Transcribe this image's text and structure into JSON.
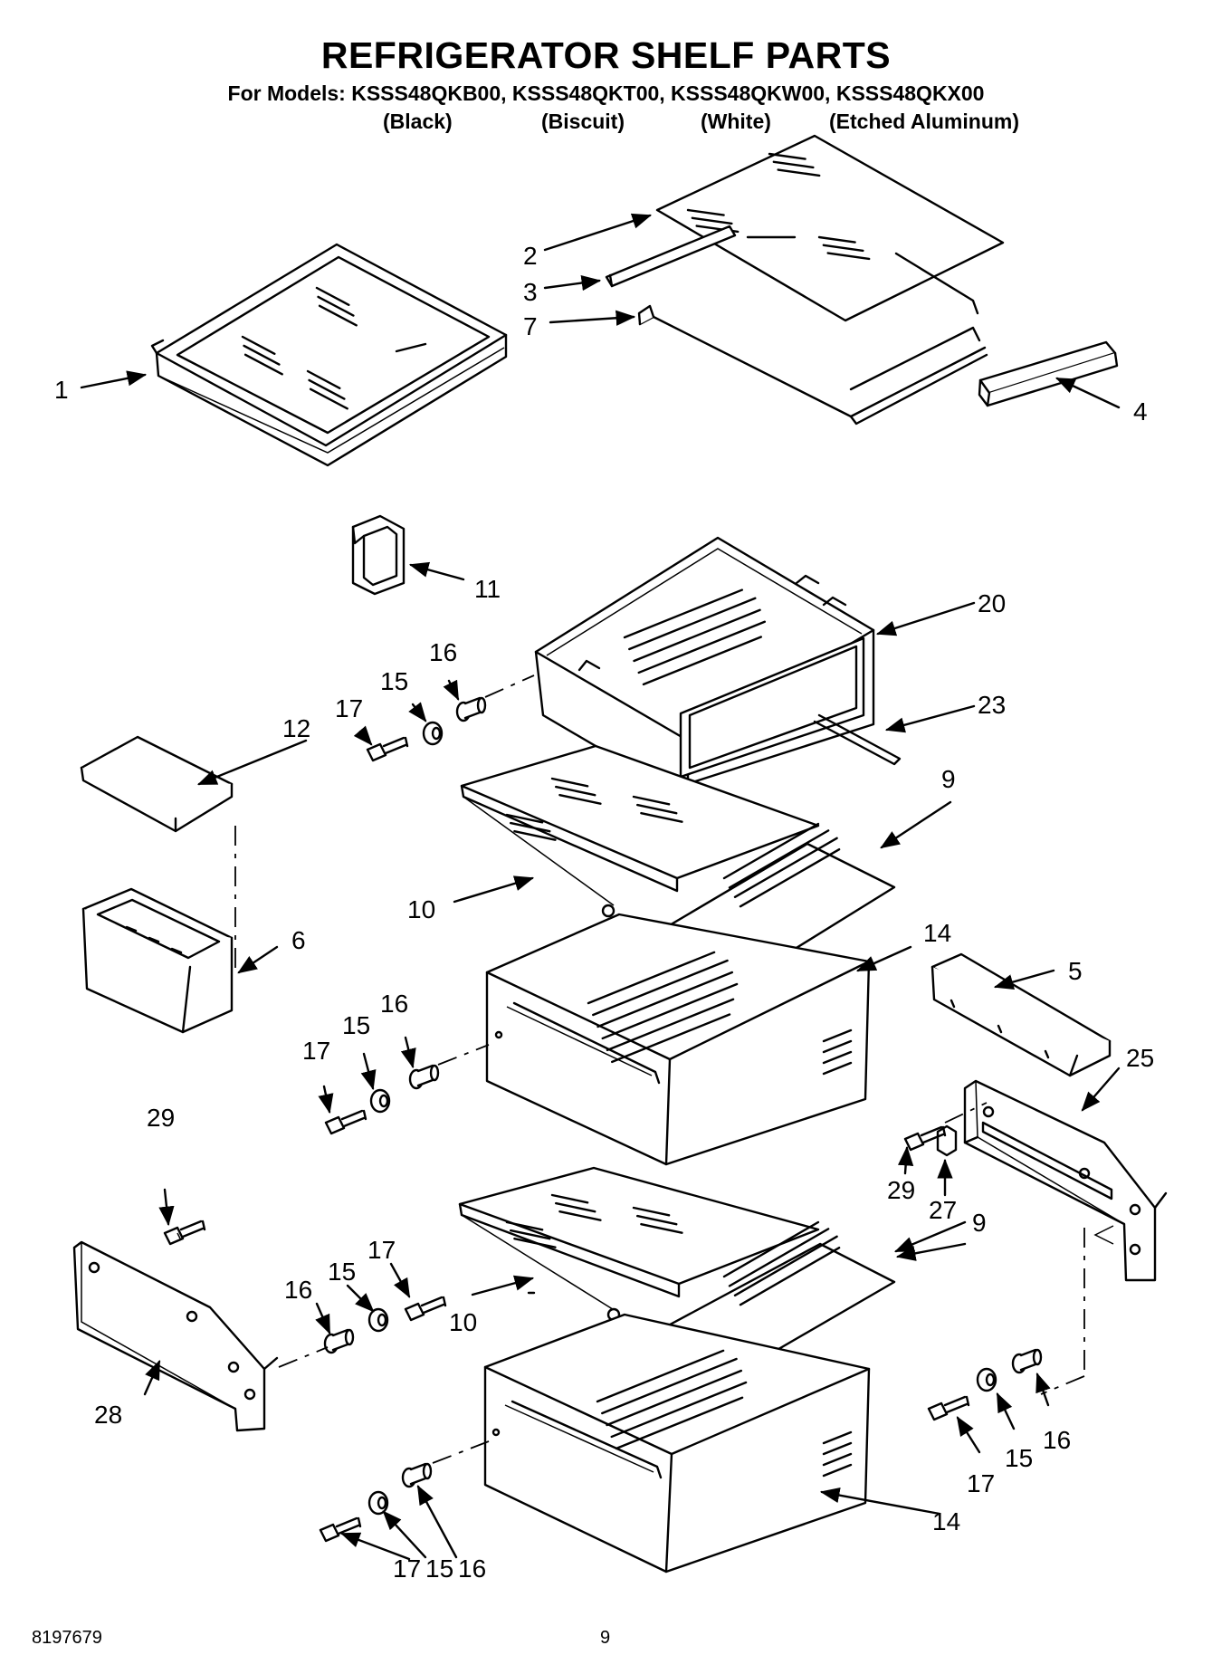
{
  "header": {
    "title": "REFRIGERATOR SHELF PARTS",
    "models_line": "For Models: KSSS48QKB00, KSSS48QKT00, KSSS48QKW00, KSSS48QKX00",
    "variants": [
      "(Black)",
      "(Biscuit)",
      "(White)",
      "(Etched Aluminum)"
    ]
  },
  "callouts": [
    "1",
    "2",
    "3",
    "7",
    "4",
    "11",
    "20",
    "16",
    "15",
    "17",
    "23",
    "12",
    "9",
    "10",
    "6",
    "14",
    "5",
    "16",
    "15",
    "17",
    "25",
    "29",
    "29",
    "27",
    "9",
    "17",
    "15",
    "16",
    "10",
    "28",
    "16",
    "17",
    "15",
    "17",
    "15",
    "16",
    "14"
  ],
  "footer": {
    "doc_number": "8197679",
    "page_number": "9"
  }
}
